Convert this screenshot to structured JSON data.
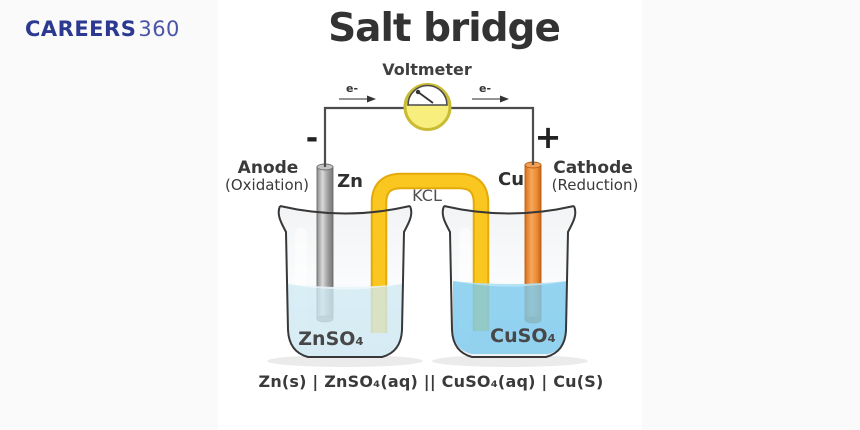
{
  "logo": {
    "part1": "CAREERS",
    "part2": "360"
  },
  "title": "Salt bridge",
  "voltmeter": {
    "label": "Voltmeter"
  },
  "electron_flow": {
    "left": "e-",
    "right": "e-"
  },
  "terminals": {
    "negative": "-",
    "positive": "+"
  },
  "anode": {
    "name": "Anode",
    "process": "(Oxidation)",
    "electrode": "Zn",
    "solution": "ZnSO₄"
  },
  "cathode": {
    "name": "Cathode",
    "process": "(Reduction)",
    "electrode": "Cu",
    "solution": "CuSO₄"
  },
  "salt_bridge": {
    "label": "KCL"
  },
  "cell_notation": "Zn(s) | ZnSO₄(aq) || CuSO₄(aq) | Cu(S)",
  "colors": {
    "logo_blue": "#2b3990",
    "title_text": "#333333",
    "wire": "#4c4c4c",
    "voltmeter_fill": "#f7ee7d",
    "voltmeter_border": "#c9bb33",
    "zinc_electrode": "#9a9a9a",
    "copper_electrode": "#e8832c",
    "salt_bridge_gold": "#f9c720",
    "znso4_solution": "#dceef6",
    "cuso4_solution": "#8fd0ee",
    "glass": "#f2f4f5"
  }
}
